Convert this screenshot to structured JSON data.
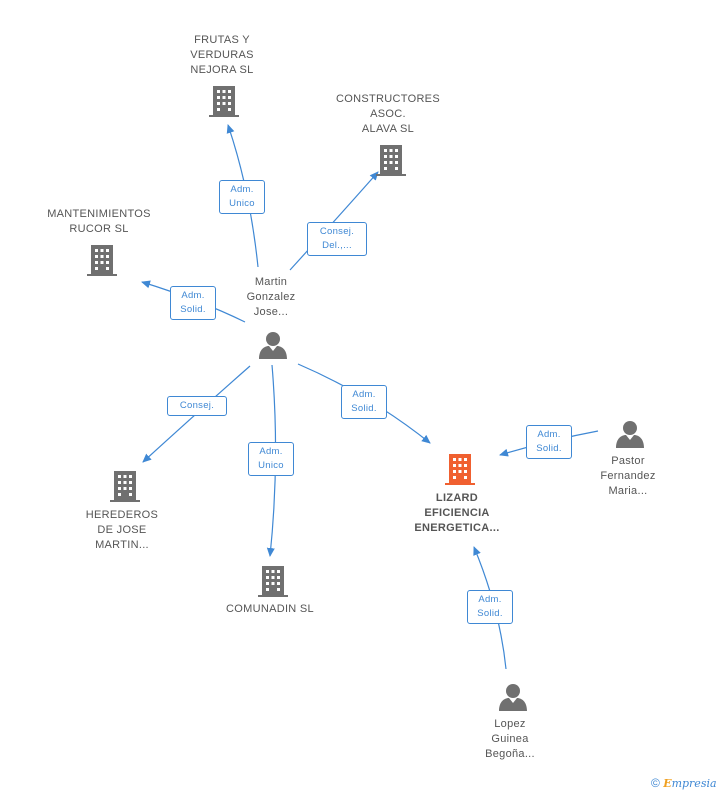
{
  "colors": {
    "edge": "#3f88d4",
    "company_icon": "#707070",
    "main_company_icon": "#f06030",
    "person_icon": "#707070",
    "text": "#555555"
  },
  "nodes": {
    "frutas": {
      "type": "company",
      "lines": [
        "FRUTAS Y",
        "VERDURAS",
        "NEJORA  SL"
      ]
    },
    "constructores": {
      "type": "company",
      "lines": [
        "CONSTRUCTORES",
        "ASOC.",
        "ALAVA SL"
      ]
    },
    "mantenimientos": {
      "type": "company",
      "lines": [
        "MANTENIMIENTOS",
        "RUCOR SL"
      ]
    },
    "martin": {
      "type": "person",
      "lines": [
        "Martin",
        "Gonzalez",
        "Jose..."
      ]
    },
    "herederos": {
      "type": "company",
      "lines": [
        "HEREDEROS",
        "DE JOSE",
        "MARTIN..."
      ]
    },
    "comunadin": {
      "type": "company",
      "lines": [
        "COMUNADIN SL"
      ]
    },
    "lizard": {
      "type": "company-main",
      "lines": [
        "LIZARD",
        "EFICIENCIA",
        "ENERGETICA..."
      ]
    },
    "pastor": {
      "type": "person",
      "lines": [
        "Pastor",
        "Fernandez",
        "Maria..."
      ]
    },
    "lopez": {
      "type": "person",
      "lines": [
        "Lopez",
        "Guinea",
        "Begoña..."
      ]
    }
  },
  "edges": {
    "martin_frutas": {
      "lines": [
        "Adm.",
        "Unico"
      ]
    },
    "martin_constructores": {
      "lines": [
        "Consej.",
        "Del.,..."
      ]
    },
    "martin_mantenimientos": {
      "lines": [
        "Adm.",
        "Solid."
      ]
    },
    "martin_herederos": {
      "lines": [
        "Consej."
      ]
    },
    "martin_comunadin": {
      "lines": [
        "Adm.",
        "Unico"
      ]
    },
    "martin_lizard": {
      "lines": [
        "Adm.",
        "Solid."
      ]
    },
    "pastor_lizard": {
      "lines": [
        "Adm.",
        "Solid."
      ]
    },
    "lopez_lizard": {
      "lines": [
        "Adm.",
        "Solid."
      ]
    }
  },
  "footer": {
    "copyright": "©",
    "brand_initial": "E",
    "brand_rest": "mpresia"
  }
}
